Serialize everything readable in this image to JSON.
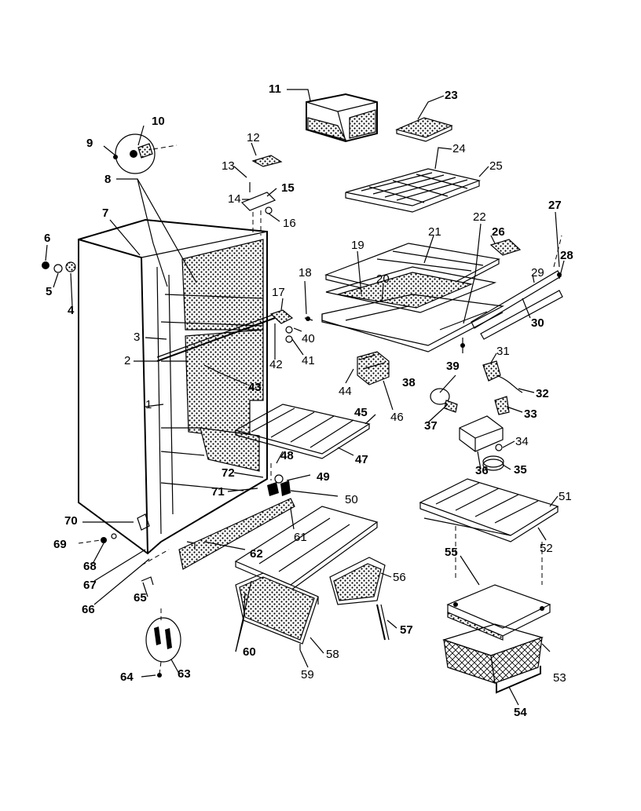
{
  "diagram": {
    "labels": [
      "1",
      "2",
      "3",
      "4",
      "5",
      "6",
      "7",
      "8",
      "9",
      "10",
      "11",
      "12",
      "13",
      "14",
      "15",
      "16",
      "17",
      "18",
      "19",
      "20",
      "21",
      "22",
      "23",
      "24",
      "25",
      "26",
      "27",
      "28",
      "29",
      "30",
      "31",
      "32",
      "33",
      "34",
      "35",
      "36",
      "37",
      "38",
      "39",
      "40",
      "41",
      "42",
      "43",
      "44",
      "45",
      "46",
      "47",
      "48",
      "49",
      "50",
      "51",
      "52",
      "53",
      "54",
      "55",
      "56",
      "57",
      "58",
      "59",
      "60",
      "61",
      "62",
      "63",
      "64",
      "65",
      "66",
      "67",
      "68",
      "69",
      "70",
      "71",
      "72"
    ]
  }
}
